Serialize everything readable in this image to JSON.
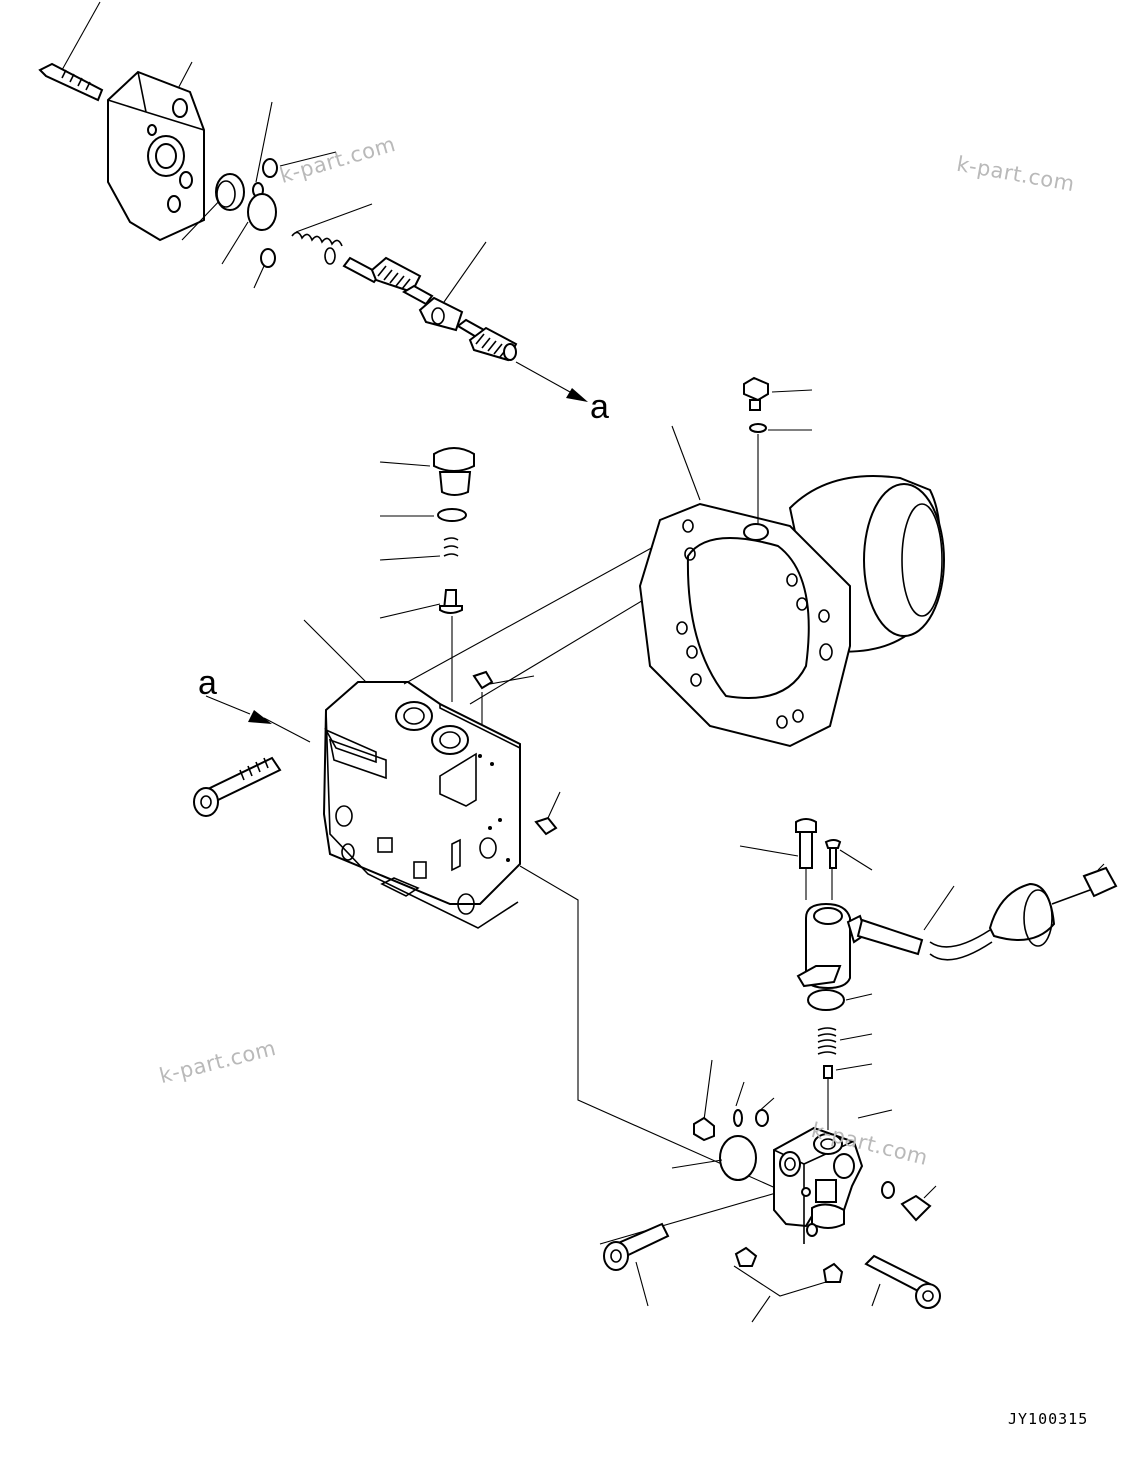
{
  "watermarks": [
    "k-part.com",
    "k-part.com",
    "k-part.com",
    "k-part.com"
  ],
  "callout_letter": "a",
  "reference_code": "JY100315",
  "icons": {
    "exploded_view": "hydraulic-pump-regulator-exploded-diagram"
  }
}
